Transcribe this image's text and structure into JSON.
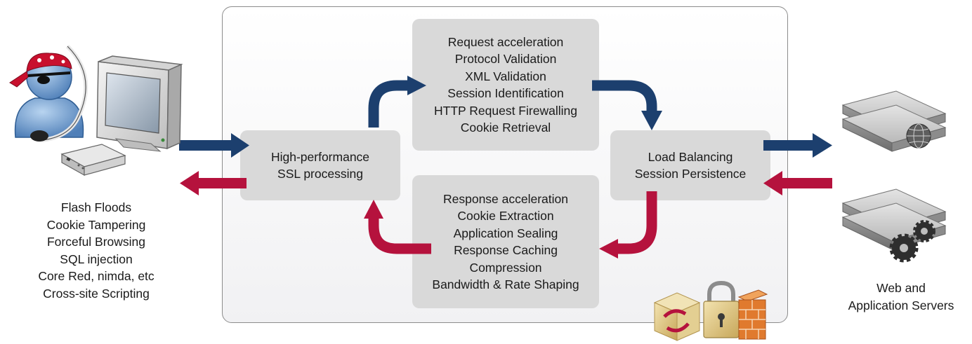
{
  "attacker": {
    "threats": [
      "Flash Floods",
      "Cookie Tampering",
      "Forceful Browsing",
      "SQL injection",
      "Core Red, nimda, etc",
      "Cross-site Scripting"
    ]
  },
  "ssl_box": {
    "lines": [
      "High-performance",
      "SSL processing"
    ]
  },
  "request_box": {
    "lines": [
      "Request acceleration",
      "Protocol Validation",
      "XML Validation",
      "Session Identification",
      "HTTP Request Firewalling",
      "Cookie Retrieval"
    ]
  },
  "response_box": {
    "lines": [
      "Response acceleration",
      "Cookie Extraction",
      "Application Sealing",
      "Response Caching",
      "Compression",
      "Bandwidth & Rate Shaping"
    ]
  },
  "lb_box": {
    "lines": [
      "Load Balancing",
      "Session Persistence"
    ]
  },
  "servers": {
    "caption": [
      "Web and",
      "Application Servers"
    ]
  },
  "colors": {
    "request_arrow": "#1c3f6e",
    "response_arrow": "#b5123d",
    "box_fill": "#d9d9d9"
  }
}
